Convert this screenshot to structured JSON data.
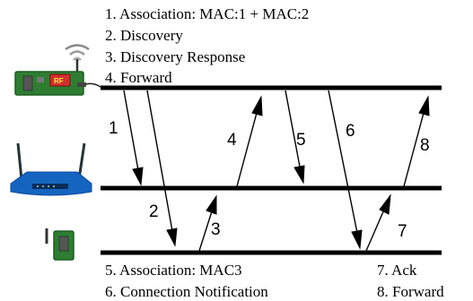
{
  "top_legend": [
    "1.  Association: MAC:1 + MAC:2",
    "2.  Discovery",
    "3.  Discovery Response",
    "4.  Forward"
  ],
  "bottom_legend_left": [
    "5.  Association: MAC3",
    "6.  Connection Notification"
  ],
  "bottom_legend_right": [
    "7.  Ack",
    "8.  Forward"
  ],
  "arrow_labels": {
    "a1": "1",
    "a2": "2",
    "a3": "3",
    "a4": "4",
    "a5": "5",
    "a6": "6",
    "a7": "7",
    "a8": "8"
  },
  "device_badge": "RF",
  "colors": {
    "board_green": "#2e7d32",
    "rf_red": "#d32f2f",
    "router_blue": "#1565c0"
  }
}
